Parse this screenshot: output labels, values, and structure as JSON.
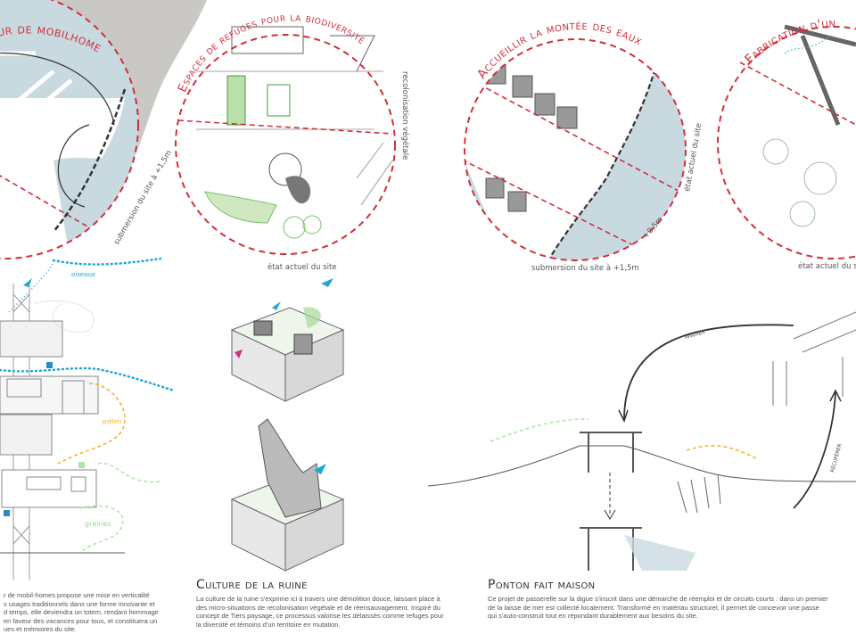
{
  "circles": [
    {
      "title": "Une tour de mobilhome",
      "caption": "submersion du site à +1,5m"
    },
    {
      "title": "Espaces de refuges pour la biodiversité",
      "caption": "état actuel du site",
      "side_caption": "recolonisation végétale"
    },
    {
      "title": "Accueillir la montée des eaux",
      "caption": "submersion du site à +1,5m",
      "side_caption": "état actuel du site",
      "level_caption": "+0,5m"
    },
    {
      "title": "Fabrication d'un",
      "caption": "état actuel du site"
    }
  ],
  "tower": {
    "labels": {
      "birds": "oiseaux",
      "pollen": "pollen",
      "seeds": "graines"
    }
  },
  "ponton": {
    "labels": {
      "insert": "INSÉRER",
      "recover": "RÉCUPÉRER"
    }
  },
  "blocks": [
    {
      "title": "",
      "lines": [
        "r de mobil-homes propose une mise en verticalité",
        "s usages traditionnels dans une forme innovante et",
        "d temps, elle deviendra un totem, rendant hommage",
        "en faveur des vacances pour tous, et constituera un",
        "ues et mémoires du site."
      ]
    },
    {
      "title": "Culture de la ruine",
      "lines": [
        "La culture de la ruine s'exprime ici à travers une démolition douce, laissant place à",
        "des micro-situations de recolonisation végétale et de réensauvagement. Inspiré du",
        "concept de Tiers paysage, ce processus valorise les délaissés comme refuges pour",
        "la diversité et témoins d'un territoire en mutation."
      ]
    },
    {
      "title": "Ponton fait maison",
      "lines": [
        "Ce projet de passerelle sur la digue s'inscrit dans une démarche de réemploi et de circuits courts : dans un premier",
        "de la laisse de mer est collecté localement. Transformé en matériau structurel, il permet de concevoir une passe",
        "qui s'auto-construit tout en répondant durablement aux besoins du site."
      ]
    }
  ],
  "colors": {
    "accent_red": "#d0303c",
    "water": "#c9d9e0",
    "birds": "#1fa7d6",
    "pollen": "#f0b420",
    "seeds": "#8fe08a"
  }
}
